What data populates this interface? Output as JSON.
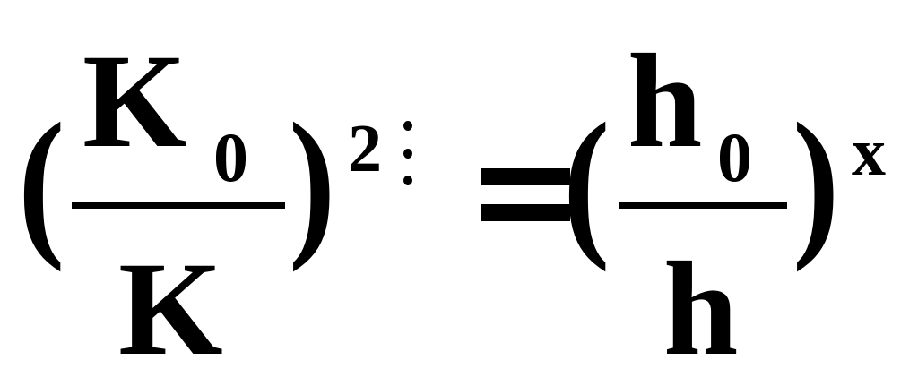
{
  "equation": {
    "left": {
      "open_paren": "(",
      "numerator": "K",
      "numerator_subscript": "0",
      "denominator": "K",
      "close_paren": ")",
      "exponent": "2"
    },
    "equals": "=",
    "right": {
      "open_paren": "(",
      "numerator": "h",
      "numerator_subscript": "0",
      "denominator": "h",
      "close_paren": ")",
      "exponent": "x"
    }
  }
}
